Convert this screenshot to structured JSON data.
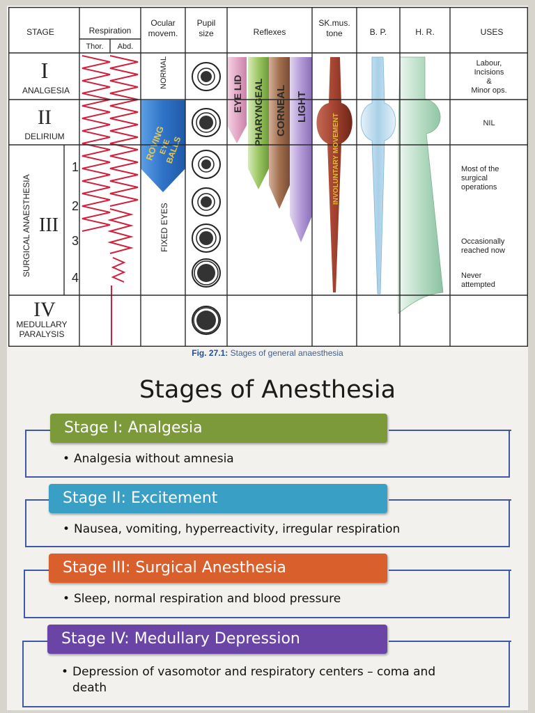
{
  "table": {
    "headers": {
      "stage": "STAGE",
      "respiration": "Respiration",
      "thor": "Thor.",
      "abd": "Abd.",
      "ocular_1": "Ocular",
      "ocular_2": "movem.",
      "pupil_1": "Pupil",
      "pupil_2": "size",
      "reflexes": "Reflexes",
      "skmus_1": "SK.mus.",
      "skmus_2": "tone",
      "bp": "B. P.",
      "hr": "H. R.",
      "uses": "USES"
    },
    "stages": {
      "s1_num": "I",
      "s1_name": "ANALGESIA",
      "s2_num": "II",
      "s2_name": "DELIRIUM",
      "s3_num": "III",
      "s3_name": "SURGICAL ANAESTHESIA",
      "s3_planes": [
        "1",
        "2",
        "3",
        "4"
      ],
      "s4_num": "IV",
      "s4_name_1": "MEDULLARY",
      "s4_name_2": "PARALYSIS"
    },
    "ocular": {
      "normal": "NORMAL",
      "roving_1": "ROVING",
      "roving_2": "EYE",
      "roving_3": "BALLS",
      "fixed": "FIXED EYES"
    },
    "reflexes": {
      "eyelid": "EYE LID",
      "pharyngeal": "PHARYNGEAL",
      "corneal": "CORNEAL",
      "light": "LIGHT"
    },
    "skmus_label": "INVOLUNTARY MOVEMENT",
    "uses": {
      "u1_1": "Labour,",
      "u1_2": "Incisions",
      "u1_3": "&",
      "u1_4": "Minor ops.",
      "u2": "NIL",
      "u3_1": "Most of the",
      "u3_2": "surgical",
      "u3_3": "operations",
      "u4_1": "Occasionally",
      "u4_2": "reached now",
      "u5_1": "Never",
      "u5_2": "attempted"
    }
  },
  "caption": {
    "label": "Fig. 27.1:",
    "text": "Stages of general anaesthesia"
  },
  "slide": {
    "title": "Stages of Anesthesia",
    "stages": [
      {
        "header": "Stage I: Analgesia",
        "color": "#7c9a3a",
        "bullet_1": "Analgesia without amnesia",
        "bullet_2": ""
      },
      {
        "header": "Stage II: Excitement",
        "color": "#3a9fc4",
        "bullet_1": "Nausea, vomiting, hyperreactivity, irregular respiration",
        "bullet_2": ""
      },
      {
        "header": "Stage III: Surgical Anesthesia",
        "color": "#d9602c",
        "bullet_1": "Sleep, normal respiration and blood pressure",
        "bullet_2": ""
      },
      {
        "header": "Stage IV: Medullary Depression",
        "color": "#6b45a6",
        "bullet_1": "Depression of vasomotor and respiratory centers – coma and",
        "bullet_2": "death"
      }
    ]
  },
  "colors": {
    "grid": "#2a2a2a",
    "respiration": "#d0203c",
    "roving": "#3b7fd1",
    "roving_text": "#e8c84a",
    "eyelid": "#e3a9c7",
    "pharyngeal": "#8fbf55",
    "corneal": "#9b6a4a",
    "light": "#a98fcf",
    "skmus": "#9c3b2a",
    "bp": "#a9d0e8",
    "hr": "#b7dcc4"
  }
}
